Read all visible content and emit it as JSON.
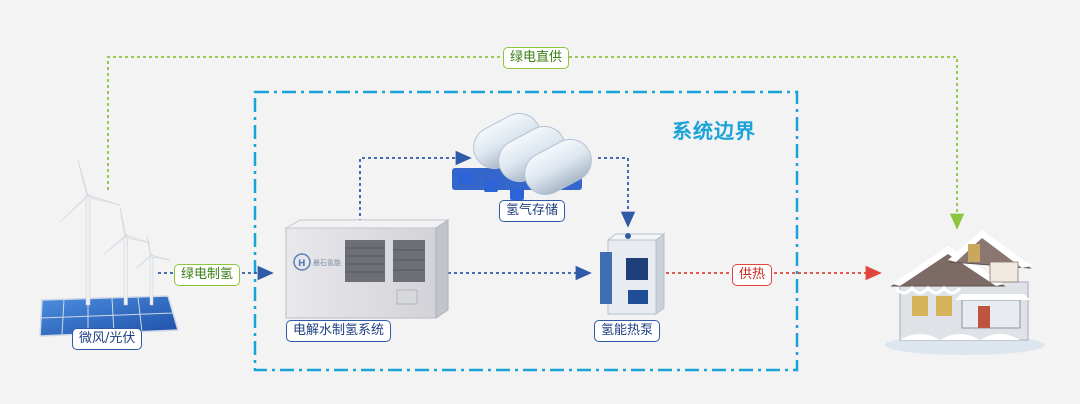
{
  "boundary": {
    "title": "系统边界"
  },
  "labels": {
    "green_direct": "绿电直供",
    "green_h2": "绿电制氢",
    "heat_supply": "供热"
  },
  "nodes": {
    "source": "微风/光伏",
    "electrolyzer": "电解水制氢系统",
    "storage": "氢气存储",
    "heatpump": "氢能热泵",
    "electrolyzer_brand": "晨石氢能"
  },
  "colors": {
    "green": "#8cc63f",
    "blue": "#2f5aa8",
    "red": "#e0443a",
    "boundary": "#1aa3d8"
  }
}
